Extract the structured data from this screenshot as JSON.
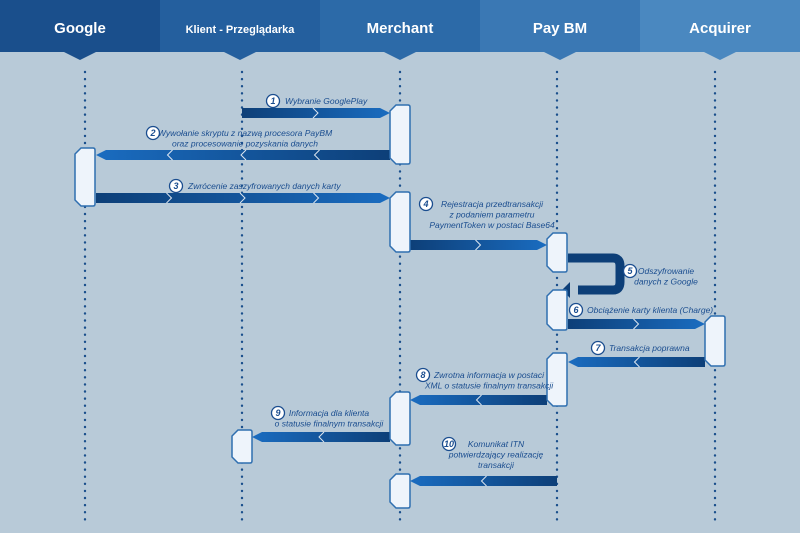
{
  "participants": [
    {
      "name": "Google",
      "color": "#1a4f8c"
    },
    {
      "name": "Klient - Przeglądarka",
      "color": "#245f9e"
    },
    {
      "name": "Merchant",
      "color": "#2c6aa8"
    },
    {
      "name": "Pay BM",
      "color": "#3a78b4"
    },
    {
      "name": "Acquirer",
      "color": "#4a88c0"
    }
  ],
  "colors": {
    "background": "#b8cad8",
    "lifeline": "#1a4f8c",
    "arrow_dark": "#0d3f78",
    "arrow_mid": "#1565b8",
    "activation_fill": "#eef4fb",
    "activation_stroke": "#2f6fb0"
  },
  "steps": [
    {
      "num": "1",
      "lines": [
        "Wybranie GooglePlay"
      ]
    },
    {
      "num": "2",
      "lines": [
        "Wywołanie skryptu z nazwą procesora PayBM",
        "oraz procesowanie pozyskania danych"
      ]
    },
    {
      "num": "3",
      "lines": [
        "Zwrócenie zaszyfrowanych danych karty"
      ]
    },
    {
      "num": "4",
      "lines": [
        "Rejestracja przedtransakcji",
        "z podaniem parametru",
        "PaymentToken w postaci Base64"
      ]
    },
    {
      "num": "5",
      "lines": [
        "Odszyfrowanie",
        "danych z Google"
      ]
    },
    {
      "num": "6",
      "lines": [
        "Obciążenie karty klienta (Charge)"
      ]
    },
    {
      "num": "7",
      "lines": [
        "Transakcja poprawna"
      ]
    },
    {
      "num": "8",
      "lines": [
        "Zwrotna informacja w postaci",
        "XML o statusie finalnym transakcji"
      ]
    },
    {
      "num": "9",
      "lines": [
        "Informacja dla klienta",
        "o statusie finalnym transakcji"
      ]
    },
    {
      "num": "10",
      "lines": [
        "Komunikat ITN",
        "potwierdzający realizację",
        "transakcji"
      ]
    }
  ]
}
